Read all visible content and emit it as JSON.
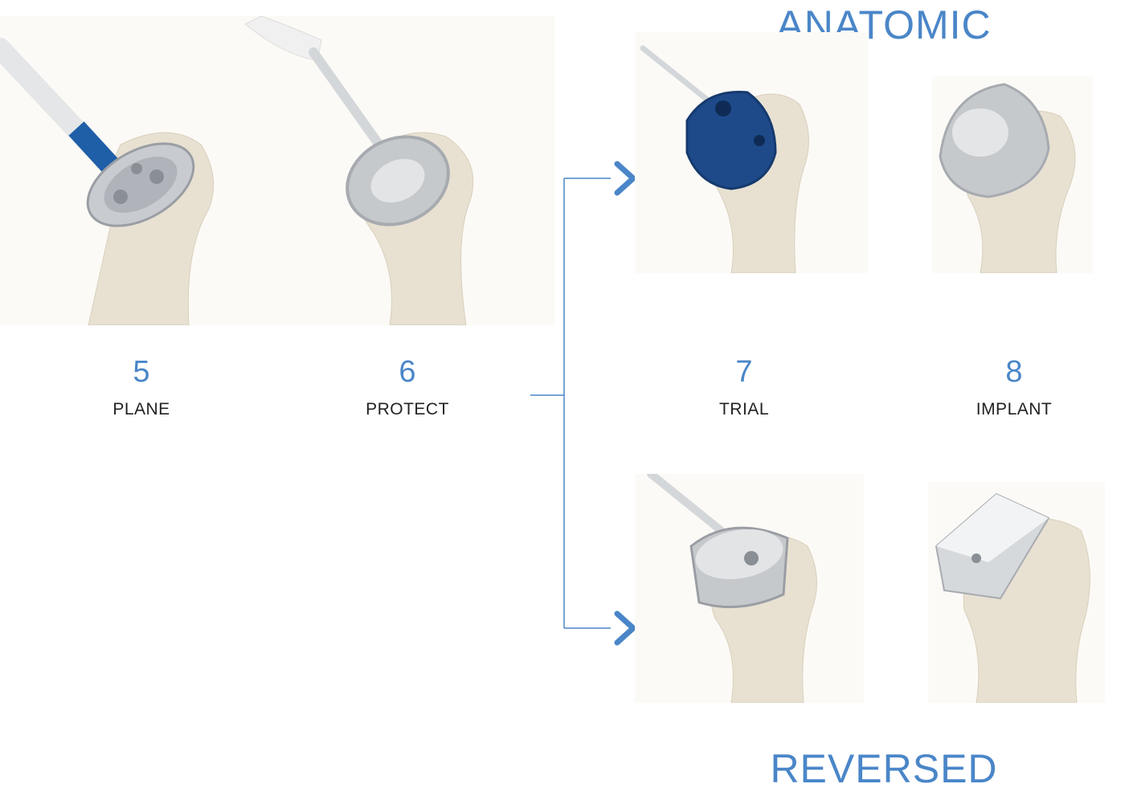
{
  "headings": {
    "top": "ANATOMIC",
    "bottom": "REVERSED"
  },
  "steps": [
    {
      "number": "5",
      "label": "PLANE"
    },
    {
      "number": "6",
      "label": "PROTECT"
    },
    {
      "number": "7",
      "label": "TRIAL"
    },
    {
      "number": "8",
      "label": "IMPLANT"
    }
  ],
  "colors": {
    "accent": "#4a86c8",
    "bone": "#e8e1d2",
    "metal": "#c8cbcf",
    "trial_blue": "#1e4a8a"
  }
}
